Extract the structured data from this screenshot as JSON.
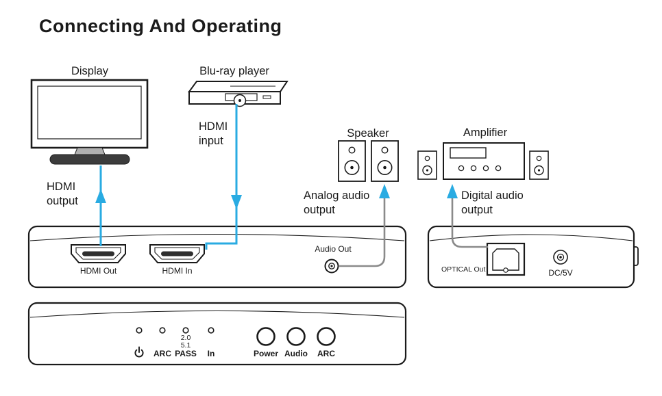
{
  "title": "Connecting And Operating",
  "colors": {
    "arrow_blue": "#29abe2",
    "cable_gray": "#8a8a8a",
    "ink": "#1a1a1a"
  },
  "scene": {
    "display_label": "Display",
    "bluray_label": "Blu-ray player",
    "speaker_label": "Speaker",
    "amplifier_label": "Amplifier",
    "hdmi_output": [
      "HDMI",
      "output"
    ],
    "hdmi_input": [
      "HDMI",
      "input"
    ],
    "analog_audio_output": [
      "Analog audio",
      "output"
    ],
    "digital_audio_output": [
      "Digital audio",
      "output"
    ]
  },
  "front_panel": {
    "hdmi_out": "HDMI Out",
    "hdmi_in": "HDMI In",
    "audio_out": "Audio Out"
  },
  "back_panel": {
    "optical_out": "OPTICAL Out",
    "dc_5v": "DC/5V"
  },
  "bottom_panel": {
    "power_icon": "power-icon",
    "led_labels": [
      "ARC",
      "PASS",
      "In"
    ],
    "pass_modes": [
      "2.0",
      "5.1"
    ],
    "button_labels": [
      "Power",
      "Audio",
      "ARC"
    ]
  }
}
